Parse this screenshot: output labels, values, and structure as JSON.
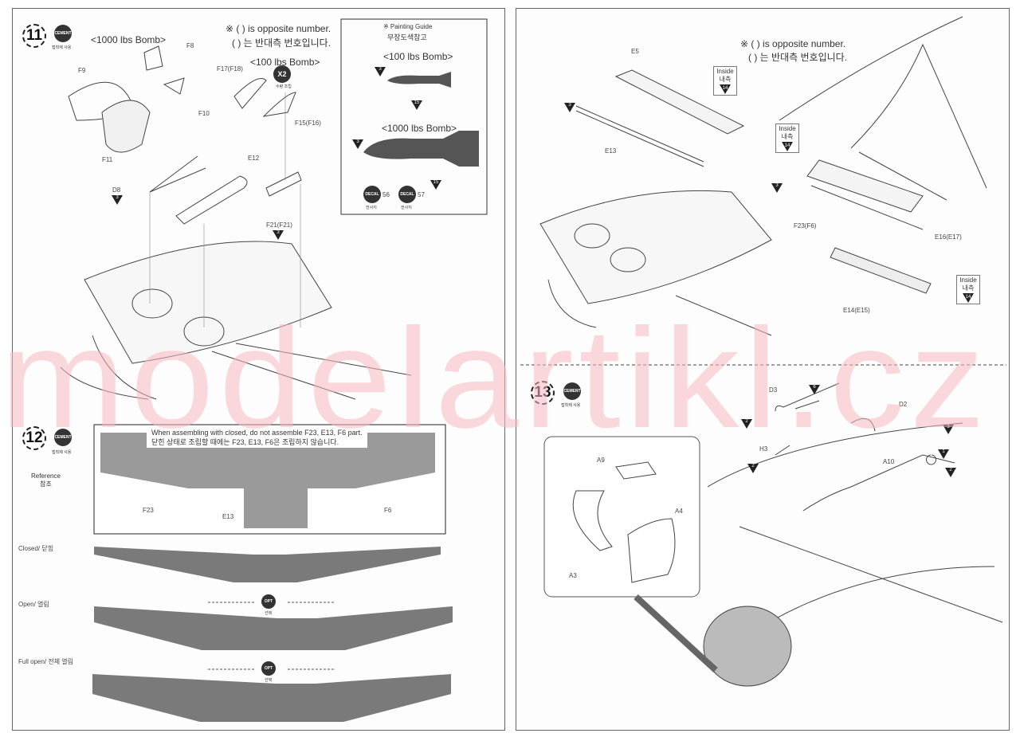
{
  "watermark": "modelartikl.cz",
  "common": {
    "opposite_en": "※ ( ) is opposite number.",
    "opposite_ko": "( ) 는 반대측 번호입니다.",
    "cement": "CEMENT",
    "cement_ko": "접착제 사용",
    "inside_en": "Inside",
    "inside_ko": "내측",
    "opt": "OPT",
    "opt_ko": "선택",
    "decal": "DECAL",
    "decal_ko": "전사지"
  },
  "step11": {
    "number": "11",
    "bomb1000": "<1000 lbs Bomb>",
    "bomb100": "<100 lbs Bomb>",
    "x2": "X2",
    "x2_ko": "수량 조립",
    "parts": {
      "f8": "F8",
      "f9": "F9",
      "f10": "F10",
      "f11": "F11",
      "e12": "E12",
      "d8": "D8",
      "f17": "F17(F18)",
      "f15": "F15(F16)",
      "f21": "F21(F21)"
    },
    "paint": {
      "d8": "3",
      "f21": "3"
    },
    "guide": {
      "title": "※ Painting Guide",
      "title_ko": "무장도색참고",
      "bomb100": "<100 lbs Bomb>",
      "bomb1000": "<1000 lbs Bomb>",
      "c1": "3",
      "c2": "15",
      "c3": "3",
      "c4": "15",
      "decal1": "56",
      "decal2": "57"
    }
  },
  "step12": {
    "number": "12",
    "note_en": "When assembling with closed, do not assemble F23, E13, F6 part.",
    "note_ko": "닫힌 상태로 조립할 때에는 F23, E13, F6은 조립하지 않습니다.",
    "reference": "Reference",
    "reference_ko": "참조",
    "f23": "F23",
    "e13": "E13",
    "f6": "F6",
    "closed": "Closed/  닫힘",
    "open": "Open/  열림",
    "full_open": "Full open/  전체 열림"
  },
  "right_top": {
    "e5": "E5",
    "e13": "E13",
    "f23": "F23(F6)",
    "e16": "E16(E17)",
    "e14": "E14(E15)",
    "paint_e13": "3",
    "paint_f23": "3",
    "inside_paint": "14"
  },
  "step13": {
    "number": "13",
    "d3": "D3",
    "d2": "D2",
    "h3": "H3",
    "a10": "A10",
    "a9": "A9",
    "a4": "A4",
    "a3": "A3",
    "p_d3_rod": "6",
    "p_d3_ring": "2",
    "p_d2": "3",
    "p_h3": "2",
    "p_a10_ring": "1",
    "p_a10_base": "2"
  }
}
